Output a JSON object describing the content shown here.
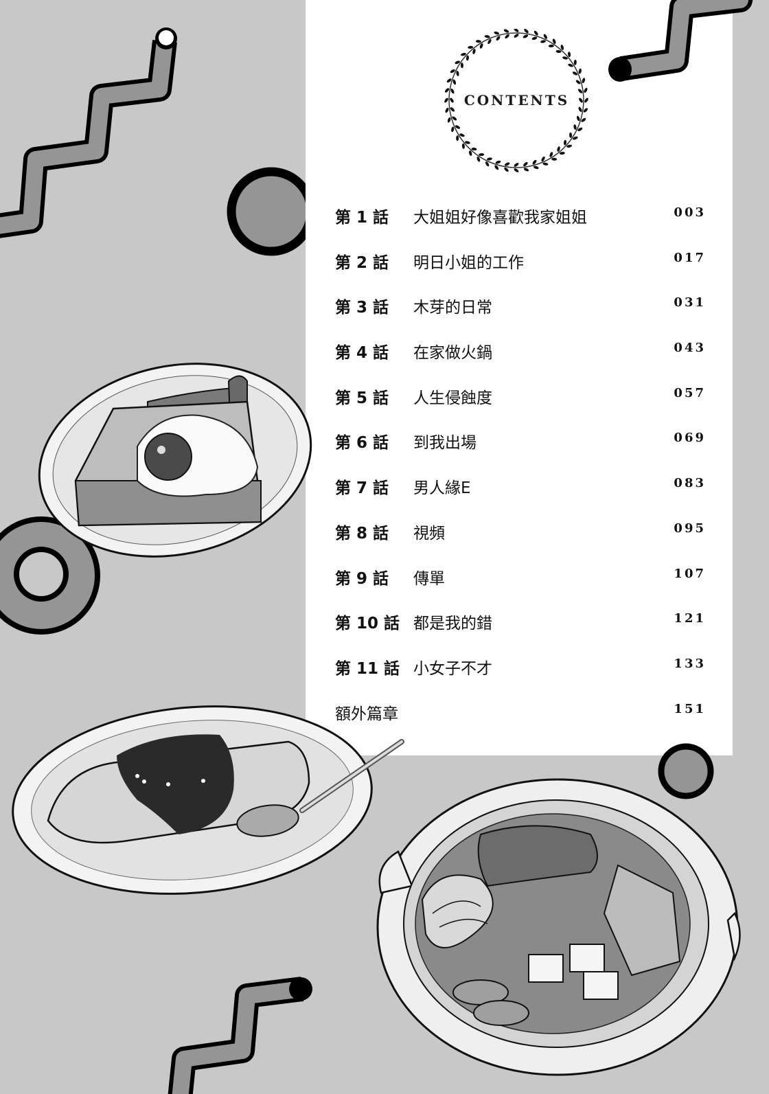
{
  "header": {
    "title": "CONTENTS"
  },
  "toc": [
    {
      "episode": "第 1 話",
      "title": "大姐姐好像喜歡我家姐姐",
      "page": "003"
    },
    {
      "episode": "第 2 話",
      "title": "明日小姐的工作",
      "page": "017"
    },
    {
      "episode": "第 3 話",
      "title": "木芽的日常",
      "page": "031"
    },
    {
      "episode": "第 4 話",
      "title": "在家做火鍋",
      "page": "043"
    },
    {
      "episode": "第 5 話",
      "title": "人生侵蝕度",
      "page": "057"
    },
    {
      "episode": "第 6 話",
      "title": "到我出場",
      "page": "069"
    },
    {
      "episode": "第 7 話",
      "title": "男人緣E",
      "page": "083"
    },
    {
      "episode": "第 8 話",
      "title": "視頻",
      "page": "095"
    },
    {
      "episode": "第 9 話",
      "title": "傳單",
      "page": "107"
    },
    {
      "episode": "第 10 話",
      "title": "都是我的錯",
      "page": "121"
    },
    {
      "episode": "第 11 話",
      "title": "小女子不才",
      "page": "133"
    },
    {
      "episode": "",
      "title": "額外篇章",
      "page": "151"
    }
  ],
  "illustrations": [
    {
      "name": "toast-with-fried-egg"
    },
    {
      "name": "omurice-with-spoon"
    },
    {
      "name": "hot-pot"
    }
  ],
  "colors": {
    "background": "#c8c8c8",
    "panel": "#ffffff",
    "shape_fill": "#959595",
    "outline": "#000000"
  }
}
